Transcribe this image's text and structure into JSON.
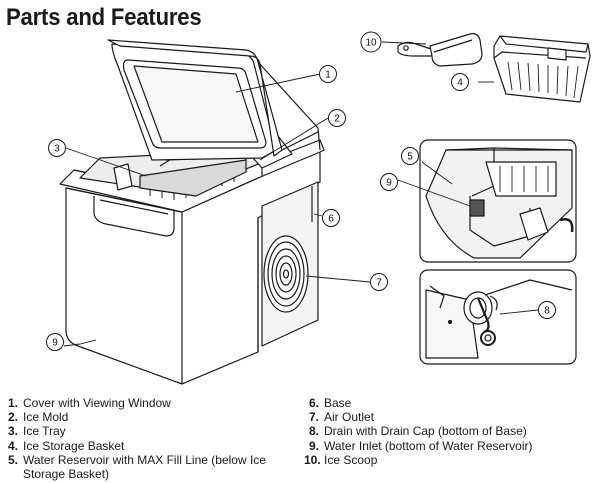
{
  "title": "Parts and Features",
  "callouts": [
    "1",
    "2",
    "3",
    "4",
    "5",
    "6",
    "7",
    "8",
    "9",
    "10",
    "9"
  ],
  "parts": [
    {
      "num": "1.",
      "label": "Cover with Viewing Window"
    },
    {
      "num": "2.",
      "label": "Ice Mold"
    },
    {
      "num": "3.",
      "label": "Ice Tray"
    },
    {
      "num": "4.",
      "label": "Ice Storage Basket"
    },
    {
      "num": "5.",
      "label": "Water Reservoir with MAX Fill Line (below Ice",
      "label2": "Storage Basket)"
    },
    {
      "num": "6.",
      "label": "Base"
    },
    {
      "num": "7.",
      "label": "Air Outlet"
    },
    {
      "num": "8.",
      "label": "Drain with Drain Cap (bottom of Base)"
    },
    {
      "num": "9.",
      "label": "Water Inlet (bottom of Water Reservoir)"
    },
    {
      "num": "10.",
      "label": "Ice Scoop"
    }
  ]
}
